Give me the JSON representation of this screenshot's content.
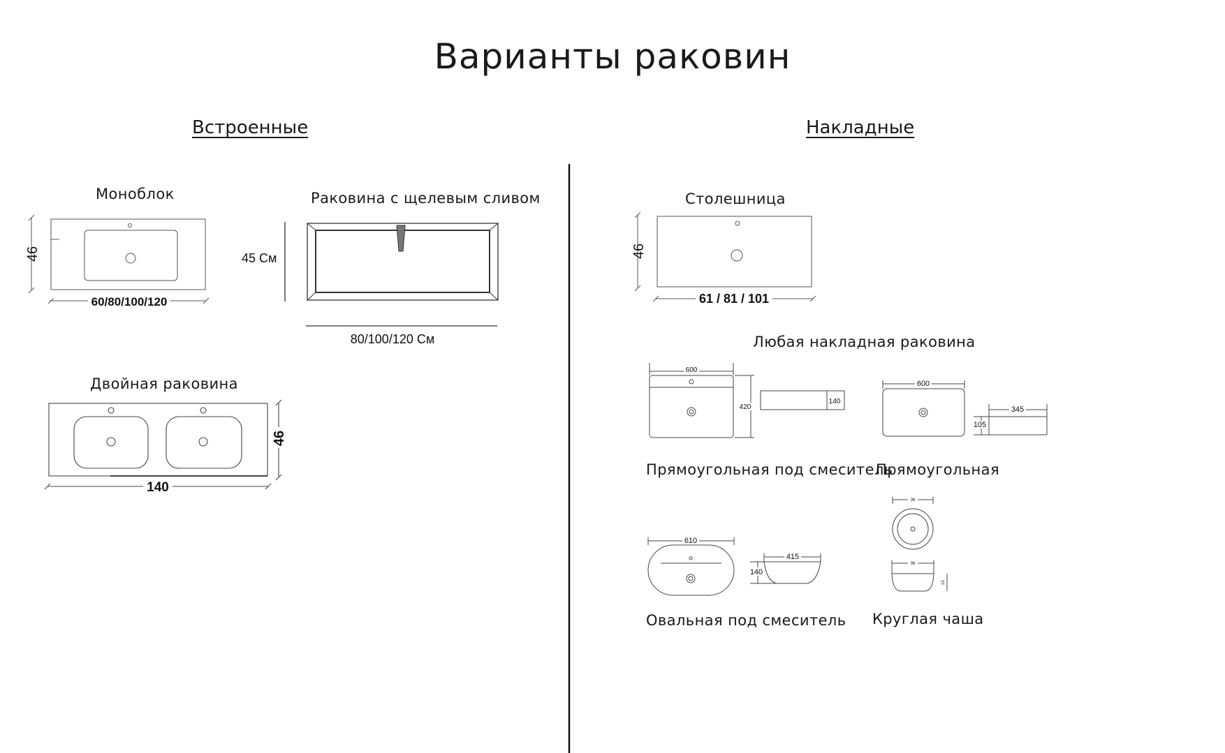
{
  "title": "Варианты раковин",
  "built_in": {
    "heading": "Встроенные",
    "monoblock": {
      "label": "Моноблок",
      "height_dim": "46",
      "width_dim": "60/80/100/120"
    },
    "slot_drain": {
      "label": "Раковина с щелевым сливом",
      "height_dim": "45 См",
      "width_dim": "80/100/120 См"
    },
    "double": {
      "label": "Двойная раковина",
      "height_dim": "46",
      "width_dim": "140"
    }
  },
  "overlay": {
    "heading": "Накладные",
    "countertop": {
      "label": "Столешница",
      "height_dim": "46",
      "width_dim": "61 / 81 / 101"
    },
    "any_label": "Любая накладная раковина",
    "rect_mixer": {
      "label": "Прямоугольная под смеситель",
      "width_dim": "600",
      "depth_dim": "420",
      "height_dim": "140"
    },
    "rect": {
      "label": "Прямоугольная",
      "width_dim": "600",
      "side_dim": "345",
      "height_dim": "105"
    },
    "oval_mixer": {
      "label": "Овальная под смеситель",
      "width_dim": "610",
      "side_dim": "415",
      "height_dim": "140"
    },
    "round_bowl": {
      "label": "Круглая чаша",
      "top_dim": "36",
      "side_dim": "36",
      "height_dim": "13"
    }
  }
}
